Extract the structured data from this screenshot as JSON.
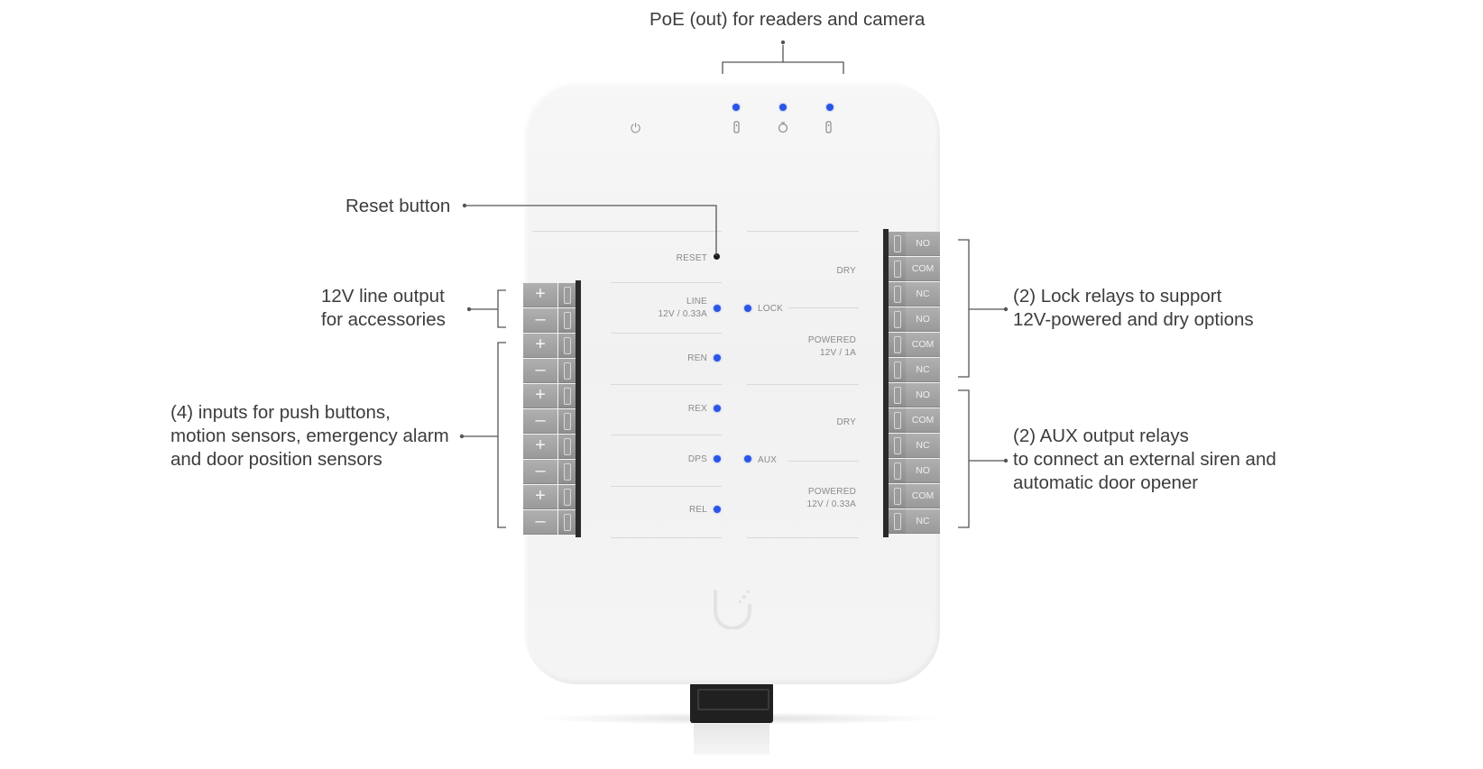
{
  "callouts": {
    "poe": "PoE (out) for readers and camera",
    "reset": "Reset button",
    "line_output": [
      "12V line output",
      "for accessories"
    ],
    "inputs": [
      "(4) inputs for push buttons,",
      "motion sensors, emergency alarm",
      "and door position sensors"
    ],
    "lock_relays": [
      "(2) Lock relays to support",
      "12V-powered and dry options"
    ],
    "aux_relays": [
      "(2) AUX output relays",
      "to connect an external siren and",
      "automatic door opener"
    ]
  },
  "left_terminals": [
    "+",
    "–",
    "+",
    "–",
    "+",
    "–",
    "+",
    "–",
    "+",
    "–"
  ],
  "right_terminals": [
    "NO",
    "COM",
    "NC",
    "NO",
    "COM",
    "NC",
    "NO",
    "COM",
    "NC",
    "NO",
    "COM",
    "NC"
  ],
  "device_labels": {
    "reset": "RESET",
    "line": "LINE",
    "line_spec": "12V / 0.33A",
    "ren": "REN",
    "rex": "REX",
    "dps": "DPS",
    "rel": "REL",
    "lock": "LOCK",
    "aux": "AUX",
    "dry_1": "DRY",
    "powered_1": "POWERED",
    "powered_1_spec": "12V / 1A",
    "dry_2": "DRY",
    "powered_2": "POWERED",
    "powered_2_spec": "12V / 0.33A"
  },
  "icons": {
    "power": "power-icon",
    "poe_1": "reader-icon",
    "poe_2": "camera-icon",
    "poe_3": "reader-icon",
    "logo": "ubiquiti-logo"
  },
  "colors": {
    "led_blue": "#2a55e6",
    "terminal_gray": "#a3a3a3",
    "device_body": "#f4f4f4"
  }
}
